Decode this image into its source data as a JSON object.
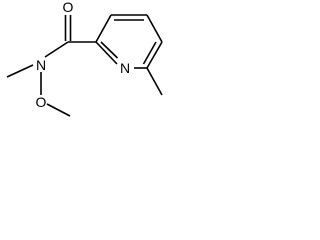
{
  "molecule": {
    "atoms": {
      "carbonyl_oxygen": "O",
      "amide_nitrogen": "N",
      "methoxy_oxygen": "O",
      "ring_nitrogen": "N"
    }
  }
}
